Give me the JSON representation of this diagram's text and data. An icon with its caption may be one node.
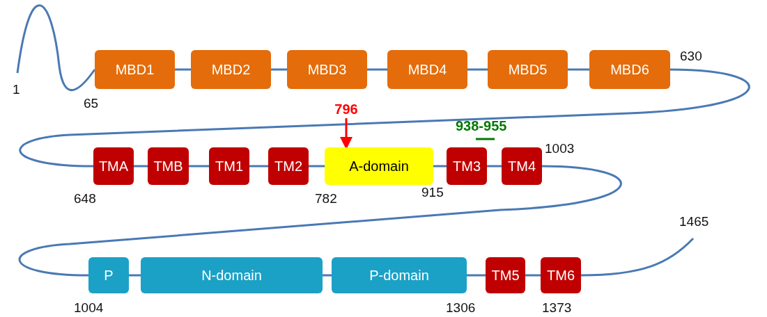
{
  "diagram": {
    "nodes": [
      {
        "text": [
          "MBD1"
        ]
      },
      {
        "text": [
          "MBD2"
        ]
      },
      {
        "text": [
          "MBD3"
        ]
      },
      {
        "text": [
          "MBD4"
        ]
      },
      {
        "text": [
          "MBD5"
        ]
      },
      {
        "text": [
          "MBD6"
        ]
      },
      {
        "text": [
          "TMA"
        ]
      },
      {
        "text": [
          "TMB"
        ]
      },
      {
        "text": [
          "TM1"
        ]
      },
      {
        "text": [
          "TM2"
        ]
      },
      {
        "text": [
          "A-domain"
        ]
      },
      {
        "text": [
          "TM3"
        ]
      },
      {
        "text": [
          "TM4"
        ]
      },
      {
        "text": [
          "P"
        ]
      },
      {
        "text": [
          "N-domain"
        ]
      },
      {
        "text": [
          "P-domain"
        ]
      },
      {
        "text": [
          "TM5"
        ]
      },
      {
        "text": [
          "TM6"
        ]
      },
      {
        "text": [
          "796"
        ]
      }
    ],
    "edges": [
      {
        "from": null,
        "to": 0,
        "arrow": "none"
      },
      {
        "from": 0,
        "to": 1,
        "arrow": "none"
      },
      {
        "from": 1,
        "to": 2,
        "arrow": "none"
      },
      {
        "from": 2,
        "to": 3,
        "arrow": "none"
      },
      {
        "from": 3,
        "to": 4,
        "arrow": "none"
      },
      {
        "from": 4,
        "to": 5,
        "arrow": "none"
      },
      {
        "from": 5,
        "to": 6,
        "arrow": "none"
      },
      {
        "from": 6,
        "to": 7,
        "arrow": "none"
      },
      {
        "from": 7,
        "to": 8,
        "arrow": "none"
      },
      {
        "from": 8,
        "to": 9,
        "arrow": "none"
      },
      {
        "from": 9,
        "to": 10,
        "arrow": "none"
      },
      {
        "from": 10,
        "to": 11,
        "arrow": "none"
      },
      {
        "from": 11,
        "to": 12,
        "arrow": "none"
      },
      {
        "from": 12,
        "to": 13,
        "arrow": "none"
      },
      {
        "from": 13,
        "to": 14,
        "arrow": "none"
      },
      {
        "from": 14,
        "to": 15,
        "arrow": "none"
      },
      {
        "from": 15,
        "to": 16,
        "arrow": "none"
      },
      {
        "from": 16,
        "to": 17,
        "arrow": "none"
      },
      {
        "from": 17,
        "to": null,
        "arrow": "none"
      },
      {
        "from": 18,
        "to": 10,
        "arrow": "to",
        "color": "#ff0000"
      }
    ],
    "labels": [
      "1",
      "65",
      "630",
      "648",
      "782",
      "915",
      "1003",
      "1004",
      "1306",
      "1373",
      "1465",
      "938-955"
    ]
  }
}
